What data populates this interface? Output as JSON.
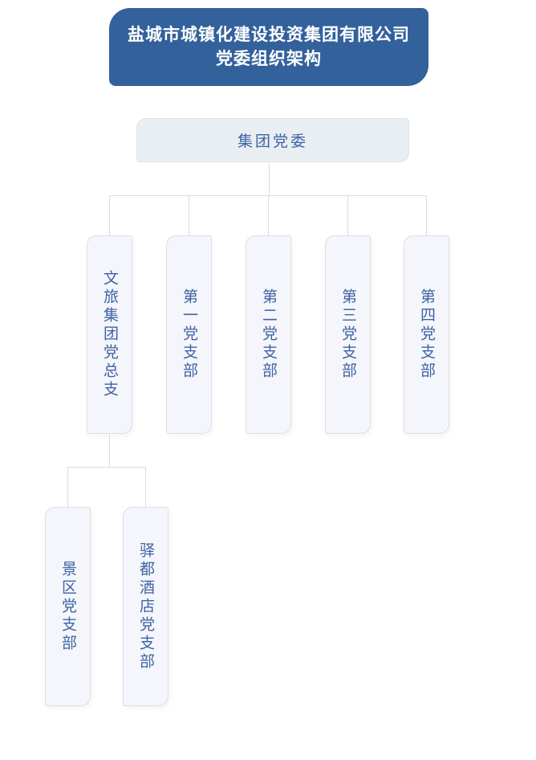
{
  "title": {
    "line1": "盐城市城镇化建设投资集团有限公司",
    "line2": "党委组织架构"
  },
  "root": {
    "label": "集团党委"
  },
  "children": [
    {
      "label": "文旅集团党总支"
    },
    {
      "label": "第一党支部"
    },
    {
      "label": "第二党支部"
    },
    {
      "label": "第三党支部"
    },
    {
      "label": "第四党支部"
    }
  ],
  "grandchildren": [
    {
      "label": "景区党支部"
    },
    {
      "label": "驿都酒店党支部"
    }
  ],
  "colors": {
    "header_bg": "#33619b",
    "header_text": "#ffffff",
    "root_fill": "#e9eef3",
    "root_border": "#dde3ea",
    "node_fill": "#f5f6fb",
    "node_border": "#dbdfe8",
    "node_text": "#3d63a3",
    "connector": "#d9dce1"
  }
}
